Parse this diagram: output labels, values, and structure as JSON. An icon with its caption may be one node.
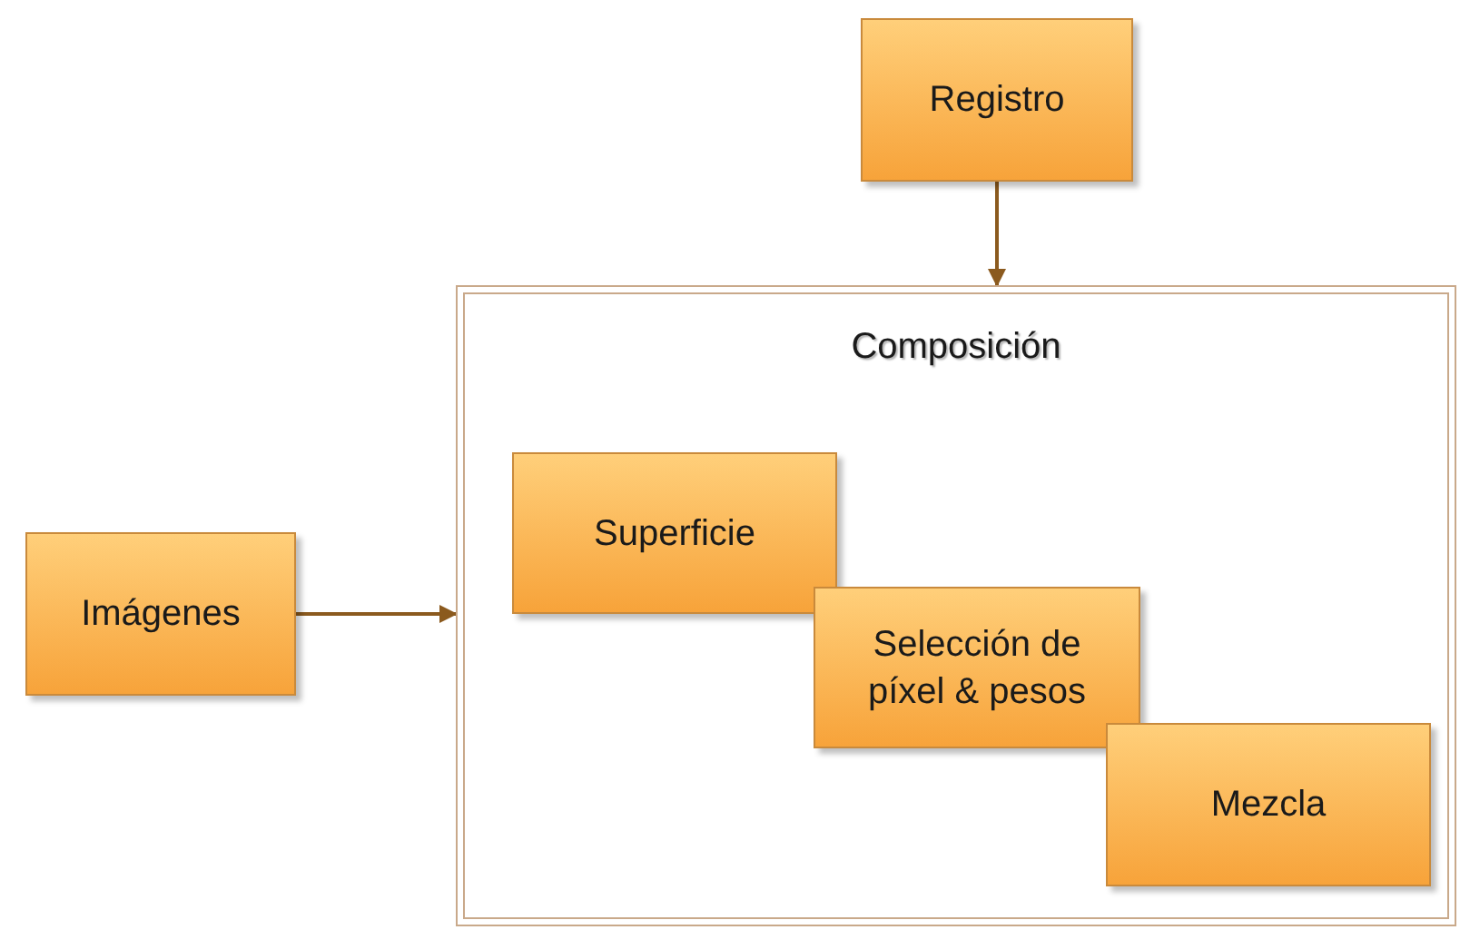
{
  "diagram": {
    "nodes": [
      {
        "text": [
          "Registro"
        ]
      },
      {
        "text": [
          "Composición"
        ]
      },
      {
        "text": [
          "Imágenes"
        ]
      },
      {
        "text": [
          "Superficie"
        ],
        "in": 1
      },
      {
        "text": [
          "Selección de píxel & pesos"
        ],
        "in": 1
      },
      {
        "text": [
          "Mezcla"
        ],
        "in": 1
      }
    ],
    "edges": [
      {
        "from": 0,
        "to": 1,
        "arrow": "to"
      },
      {
        "from": 2,
        "to": 1,
        "arrow": "to"
      }
    ]
  }
}
